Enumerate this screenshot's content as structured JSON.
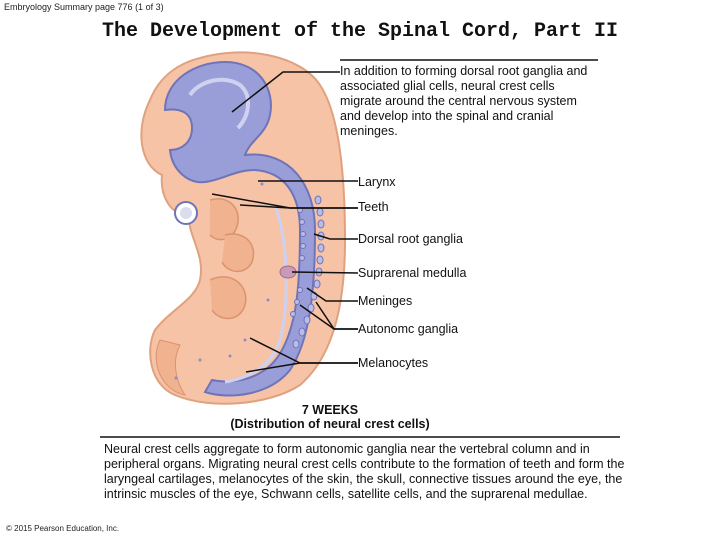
{
  "header_note": "Embryology Summary page 776 (1 of 3)",
  "title": "The Development of the Spinal Cord, Part II",
  "callout": "In addition to forming dorsal root ganglia and associated glial cells, neural crest cells migrate around the central nervous system and develop into the spinal and cranial meninges.",
  "labels": {
    "larynx": "Larynx",
    "teeth": "Teeth",
    "dorsal_root_ganglia": "Dorsal root ganglia",
    "suprarenal_medulla": "Suprarenal medulla",
    "meninges": "Meninges",
    "autonomic_ganglia": "Autonomc ganglia",
    "melanocytes": "Melanocytes"
  },
  "caption": {
    "line1": "7 WEEKS",
    "line2": "(Distribution of neural crest cells)"
  },
  "description": "Neural crest cells aggregate to form autonomic ganglia near the vertebral column and in peripheral organs. Migrating neural crest cells contribute to the formation of teeth and form the laryngeal cartilages, melanocytes of the skin, the skull, connective tissues around the eye, the intrinsic muscles of the eye, Schwann cells, satellite cells, and the suprarenal medullae.",
  "copyright": "© 2015 Pearson Education, Inc.",
  "colors": {
    "skin": "#f6c3a6",
    "skin_dark": "#e8a57f",
    "neural_tube": "#9a9ed8",
    "neural_tube_dark": "#6f73b8",
    "ganglia": "#b9bce6"
  }
}
